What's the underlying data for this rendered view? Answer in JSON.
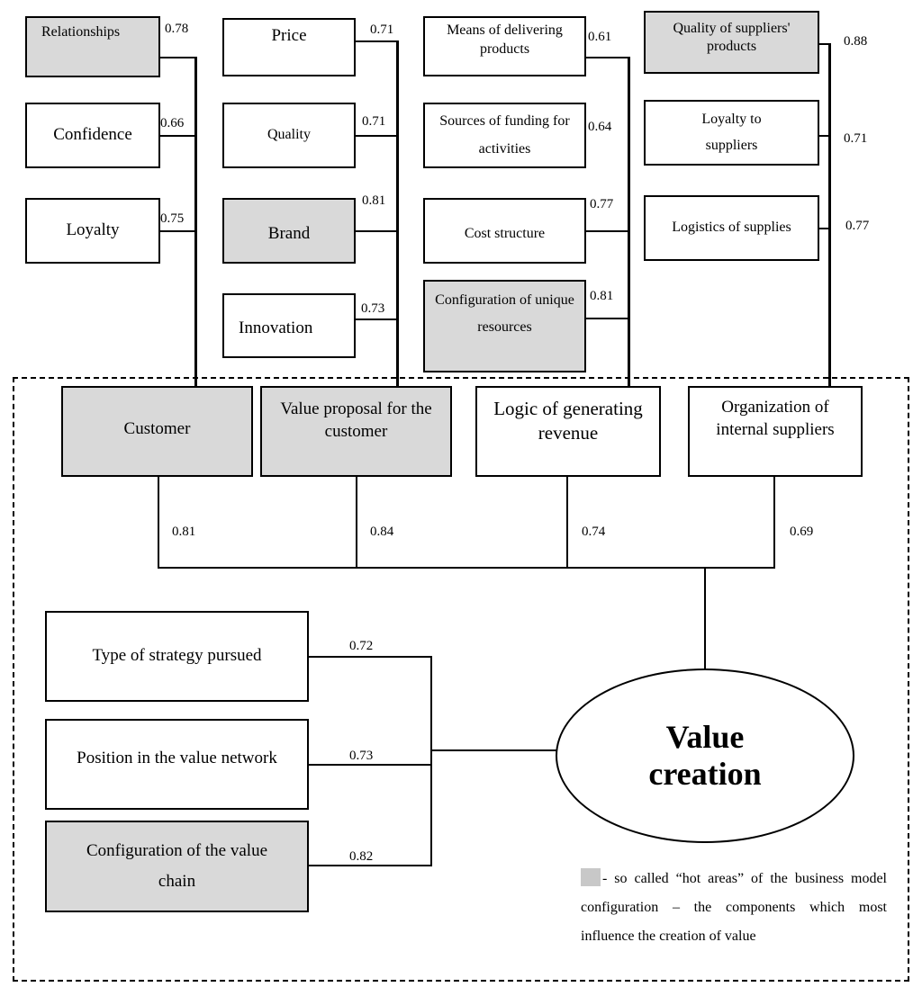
{
  "boxes": {
    "relationships": "Relationships",
    "confidence": "Confidence",
    "loyalty": "Loyalty",
    "price": "Price",
    "quality": "Quality",
    "brand": "Brand",
    "innovation": "Innovation",
    "means_delivering": "Means of delivering products",
    "sources_funding": "Sources of funding for activities",
    "cost_structure": "Cost structure",
    "config_unique": "Configuration of unique resources",
    "quality_suppliers": "Quality of suppliers' products",
    "loyalty_suppliers": "Loyalty to suppliers",
    "logistics_supplies": "Logistics of supplies",
    "customer": "Customer",
    "value_proposal": "Value proposal for the customer",
    "logic_revenue": "Logic of generating revenue",
    "org_suppliers": "Organization of internal suppliers",
    "strategy": "Type of strategy pursued",
    "position_network": "Position in the value network",
    "config_chain": "Configuration of the value chain"
  },
  "weights": {
    "relationships": "0.78",
    "confidence": "0.66",
    "loyalty": "0.75",
    "price": "0.71",
    "quality": "0.71",
    "brand": "0.81",
    "innovation": "0.73",
    "means_delivering": "0.61",
    "sources_funding": "0.64",
    "cost_structure": "0.77",
    "config_unique": "0.81",
    "quality_suppliers": "0.88",
    "loyalty_suppliers": "0.71",
    "logistics_supplies": "0.77",
    "customer": "0.81",
    "value_proposal": "0.84",
    "logic_revenue": "0.74",
    "org_suppliers": "0.69",
    "strategy": "0.72",
    "position_network": "0.73",
    "config_chain": "0.82"
  },
  "center": {
    "line1": "Value",
    "line2": "creation"
  },
  "legend": {
    "text": "- so called “hot areas” of the business model configuration – the components which most influence the creation of value",
    "swatch_color": "#c8c8c8"
  },
  "colors": {
    "hot_fill": "#d9d9d9",
    "normal_fill": "#ffffff",
    "line": "#000000"
  }
}
